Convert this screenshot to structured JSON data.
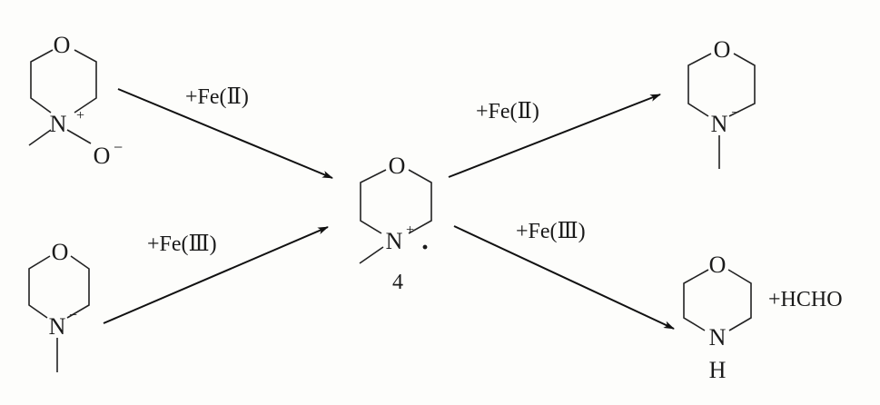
{
  "reagents": {
    "fe2_top": "+Fe(Ⅱ)",
    "fe3_bottom": "+Fe(Ⅲ)",
    "fe2_right": "+Fe(Ⅱ)",
    "fe3_right": "+Fe(Ⅲ)"
  },
  "molecules": {
    "n_oxide": {
      "o_ring": "O",
      "n": "N",
      "n_charge": "+",
      "o_sub": "O",
      "o_charge": "−"
    },
    "nmm_left": {
      "o_ring": "O",
      "n": "N",
      "n_charge": "−"
    },
    "radical_cation": {
      "o_ring": "O",
      "n": "N",
      "n_charge": "+",
      "radical": "·",
      "label": "4"
    },
    "nmm_right": {
      "o_ring": "O",
      "n": "N",
      "n_charge": "−"
    },
    "morpholine": {
      "o_ring": "O",
      "n": "N",
      "h": "H"
    }
  },
  "byproduct": "+HCHO",
  "colors": {
    "ink": "#1a1a1a",
    "background": "#fdfdfb"
  }
}
